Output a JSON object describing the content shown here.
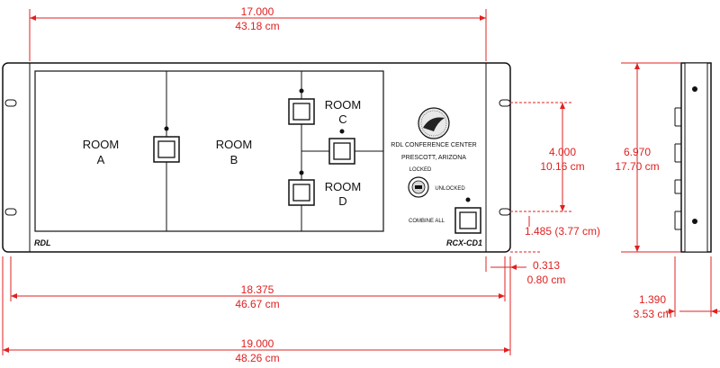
{
  "dimensions": {
    "panel_width_in": "17.000",
    "panel_width_cm": "43.18 cm",
    "mount_spacing_in": "18.375",
    "mount_spacing_cm": "46.67 cm",
    "overall_width_in": "19.000",
    "overall_width_cm": "48.26 cm",
    "hole_spacing_in": "4.000",
    "hole_spacing_cm": "10.16 cm",
    "hole_offset": "1.485 (3.77 cm)",
    "overall_height_in": "6.970",
    "overall_height_cm": "17.70 cm",
    "ear_offset_in": "0.313",
    "ear_offset_cm": "0.80 cm",
    "depth_in": "1.390",
    "depth_cm": "3.53 cm"
  },
  "panel": {
    "rooms": {
      "a_word": "ROOM",
      "a_letter": "A",
      "b_word": "ROOM",
      "b_letter": "B",
      "c_word": "ROOM",
      "c_letter": "C",
      "d_word": "ROOM",
      "d_letter": "D"
    },
    "center_name": "RDL CONFERENCE CENTER",
    "center_location": "PRESCOTT, ARIZONA",
    "key_locked": "LOCKED",
    "key_unlocked": "UNLOCKED",
    "combine_label": "COMBINE ALL",
    "brand": "RDL",
    "model": "RCX-CD1"
  },
  "colors": {
    "dimension": "#e02020",
    "outline": "#111111"
  },
  "icons": [
    "logo-emblem-icon",
    "key-switch-icon",
    "push-button-icon",
    "mounting-hole-icon"
  ]
}
